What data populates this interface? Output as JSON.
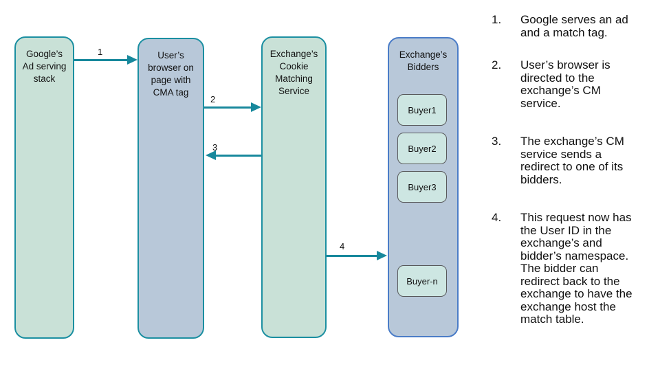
{
  "diagram": {
    "nodes": [
      {
        "label": "Google’s\nAd serving\nstack"
      },
      {
        "label": "User’s\nbrowser on\npage with\nCMA tag"
      },
      {
        "label": "Exchange’s\nCookie\nMatching\nService"
      },
      {
        "label": "Exchange’s\nBidders"
      }
    ],
    "bidders": [
      "Buyer1",
      "Buyer2",
      "Buyer3",
      "Buyer-n"
    ],
    "arrows": [
      {
        "label": "1"
      },
      {
        "label": "2"
      },
      {
        "label": "3"
      },
      {
        "label": "4"
      }
    ]
  },
  "steps": [
    {
      "number": "1.",
      "text": "Google serves an ad\nand a match tag."
    },
    {
      "number": "2.",
      "text": "User’s browser is\ndirected to the\nexchange’s CM\nservice."
    },
    {
      "number": "3.",
      "text": "The exchange’s CM\nservice sends a\nredirect to one of its\nbidders."
    },
    {
      "number": "4.",
      "text": "This request now has\nthe User ID in the\nexchange’s and\nbidder’s namespace.\nThe bidder can\nredirect back to the\nexchange to have the\nexchange host the\nmatch table."
    }
  ],
  "colors": {
    "teal_border": "#1b8fa1",
    "arrow_teal": "#17889c",
    "green_fill": "#c9e1d7",
    "blue_fill": "#b8c8d9",
    "bidders_border": "#4a7cc7",
    "buyer_fill": "#cde6e2",
    "buyer_border": "#58595b"
  }
}
